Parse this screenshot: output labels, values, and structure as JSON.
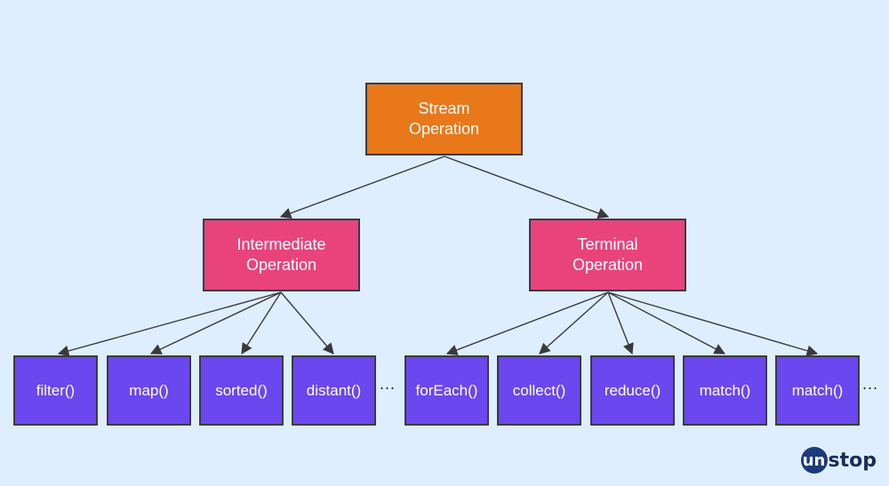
{
  "colors": {
    "background": "#deeefe",
    "root": "#e8781a",
    "intermediate": "#e8437a",
    "leaf": "#6a47ee",
    "border": "#3a3a4a"
  },
  "root": {
    "line1": "Stream",
    "line2": "Operation"
  },
  "intermediate": {
    "line1": "Intermediate",
    "line2": "Operation",
    "children": [
      "filter()",
      "map()",
      "sorted()",
      "distant()"
    ],
    "ellipsis": "..."
  },
  "terminal": {
    "line1": "Terminal",
    "line2": "Operation",
    "children": [
      "forEach()",
      "collect()",
      "reduce()",
      "match()",
      "match()"
    ],
    "ellipsis": "..."
  },
  "logo": {
    "circle_text": "un",
    "rest_text": "stop"
  }
}
